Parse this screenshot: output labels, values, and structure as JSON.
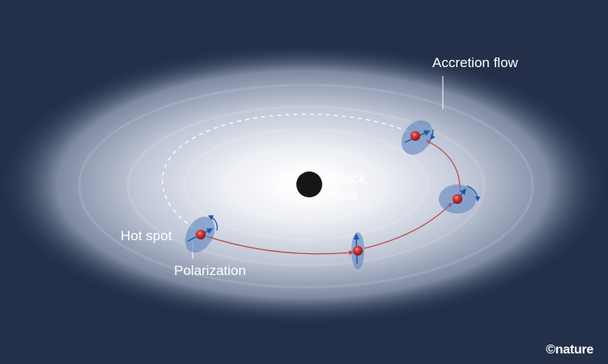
{
  "labels": {
    "accretion_flow": "Accretion flow",
    "black_hole_line1": "Black",
    "black_hole_line2": "hole",
    "hot_spot": "Hot spot",
    "polarization": "Polarization"
  },
  "credit": "©nature",
  "colors": {
    "background": "#243049",
    "hot_spot": "#d63a3a",
    "orbit_path": "#c0453e",
    "polarization_ellipse": "#5f86c2",
    "arrow": "#1a5aa8"
  }
}
